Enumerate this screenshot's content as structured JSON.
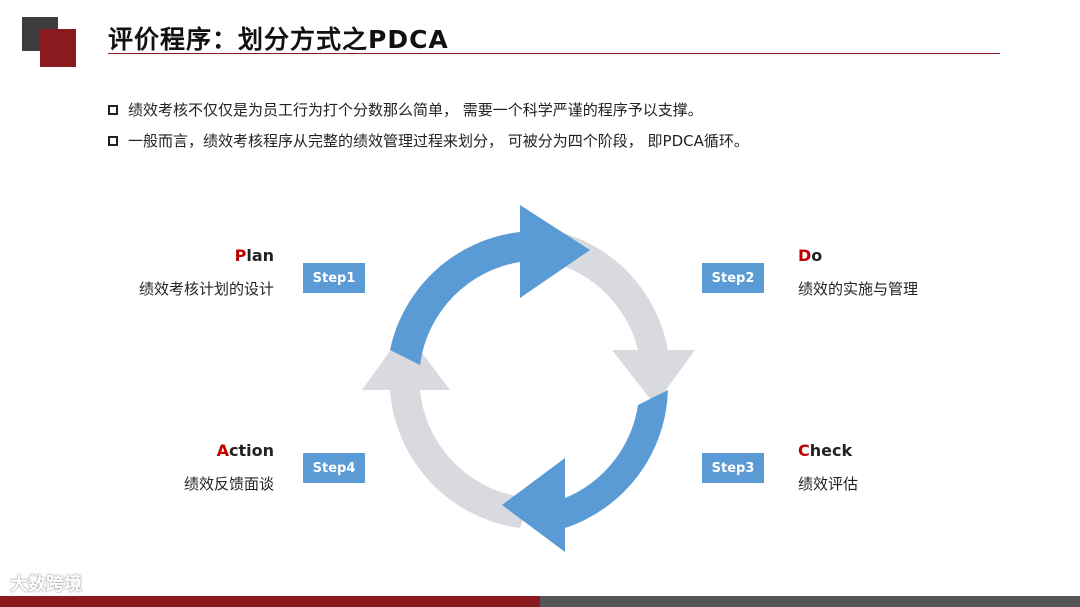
{
  "title": "评价程序：划分方式之PDCA",
  "bullets": [
    "绩效考核不仅仅是为员工行为打个分数那么简单， 需要一个科学严谨的程序予以支撑。",
    "一般而言，绩效考核程序从完整的绩效管理过程来划分， 可被分为四个阶段， 即PDCA循环。"
  ],
  "steps": [
    {
      "label": "Step1",
      "head_first": "P",
      "head_rest": "lan",
      "desc": "绩效考核计划的设计"
    },
    {
      "label": "Step2",
      "head_first": "D",
      "head_rest": "o",
      "desc": "绩效的实施与管理"
    },
    {
      "label": "Step3",
      "head_first": "C",
      "head_rest": "heck",
      "desc": "绩效评估"
    },
    {
      "label": "Step4",
      "head_first": "A",
      "head_rest": "ction",
      "desc": "绩效反馈面谈"
    }
  ],
  "watermark": "大数跨境",
  "colors": {
    "accent_red": "#c00000",
    "dark_red": "#8b1a1e",
    "blue": "#5b9bd5",
    "light_gray": "#d9dadf"
  }
}
